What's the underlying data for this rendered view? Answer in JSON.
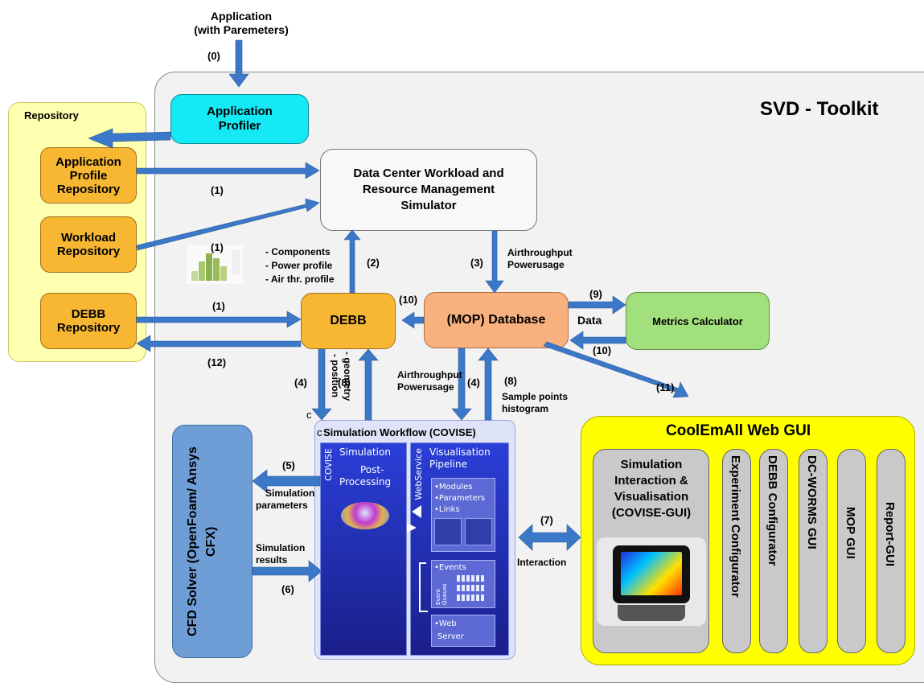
{
  "title": "SVD - Toolkit",
  "input": {
    "line1": "Application",
    "line2": "(with Paremeters)",
    "step": "(0)"
  },
  "repository": {
    "label": "Repository",
    "app_profile_repo": "Application Profile Repository",
    "workload_repo": "Workload Repository",
    "debb_repo": "DEBB Repository"
  },
  "nodes": {
    "app_profiler": "Application Profiler",
    "simulator": "Data Center Workload and Resource Management Simulator",
    "debb": "DEBB",
    "mop_db": "(MOP) Database",
    "metrics": "Metrics Calculator",
    "cfd_solver": "CFD Solver (OpenFoam/ Ansys CFX)"
  },
  "labels": {
    "s1a": "(1)",
    "s1b": "(1)",
    "s1c": "(1)",
    "s2": "(2)",
    "s3": "(3)",
    "s4a": "(4)",
    "s4b": "(4)",
    "s5": "(5)",
    "s6": "(6)",
    "s7": "(7)",
    "s8a": "(8)",
    "s8b": "(8)",
    "s9": "(9)",
    "s10a": "(10)",
    "s10b": "(10)",
    "s11": "(11)",
    "s12": "(12)",
    "components": "- Components",
    "power_profile": "- Power profile",
    "air_profile": "- Air thr. profile",
    "airthroughput": "Airthroughput",
    "powerusage": "Powerusage",
    "data": "Data",
    "geometry": "- geometry",
    "position": "- position",
    "sample_points": "Sample points",
    "histogram": "histogram",
    "sim_params1": "Simulation",
    "sim_params2": "parameters",
    "sim_results1": "Simulation",
    "sim_results2": "results",
    "interaction": "Interaction",
    "cut_c1": "c",
    "cut_c2": "c"
  },
  "workflow": {
    "title": "Simulation Workflow (COVISE)",
    "covise": "COVISE",
    "simulation": "Simulation",
    "post1": "Post-",
    "post2": "Processing",
    "webservice": "WebService",
    "vis1": "Visualisation",
    "vis2": "Pipeline",
    "modules": "•Modules",
    "parameters": "•Parameters",
    "links": "•Links",
    "events": "•Events",
    "event_queues": "Event Queues",
    "web": "•Web",
    "server": "Server"
  },
  "gui": {
    "title": "CoolEmAll Web GUI",
    "sim_vis": "Simulation Interaction & Visualisation (COVISE-GUI)",
    "experiment": "Experiment Configurator",
    "debb_config": "DEBB Configurator",
    "dcworms": "DC-WORMS GUI",
    "mop": "MOP GUI",
    "report": "Report-GUI"
  },
  "colors": {
    "arrow": "#3b78c7",
    "repo_bg": "#ffffb0",
    "orange": "#f7b733",
    "cyan": "#14e9f5",
    "salmon": "#f7b07e",
    "green": "#a2e07d",
    "cfd": "#6f9ed7",
    "gui_yellow": "#ffff00",
    "workflow_blue": "#1e2aa8"
  }
}
